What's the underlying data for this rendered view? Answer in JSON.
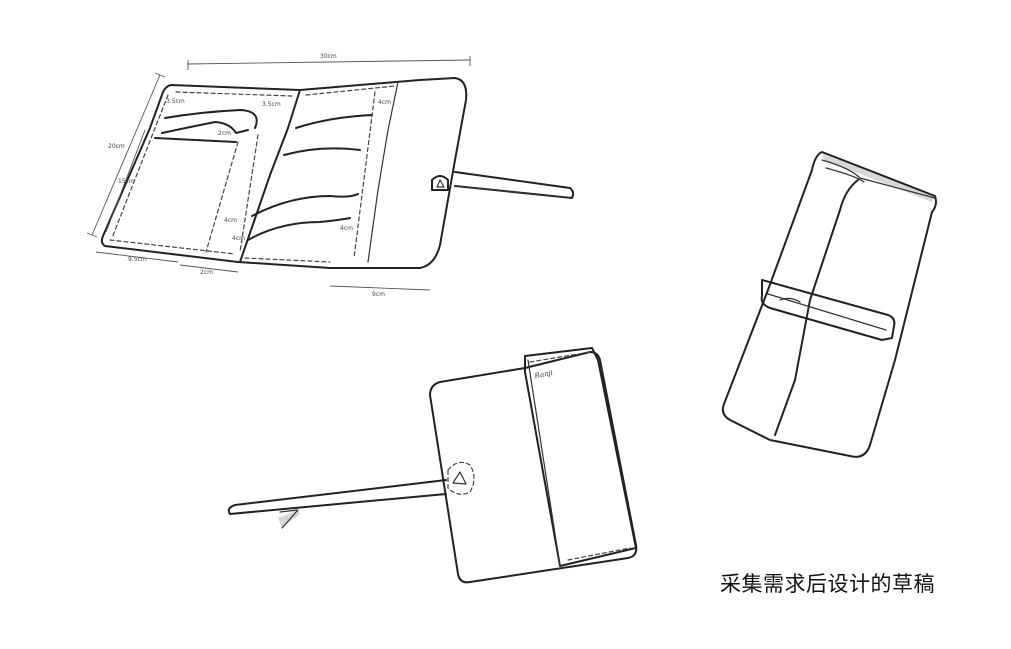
{
  "caption": "采集需求后设计的草稿",
  "sketches": [
    {
      "name": "open-wallet-layout"
    },
    {
      "name": "closed-wallet-with-strap"
    },
    {
      "name": "rolled-wallet"
    }
  ],
  "dimension_labels": {
    "top_width": "30cm",
    "left_height": "20cm",
    "left_mid": "15cm",
    "left_top": "3.5cm",
    "pocket_top": "3.5cm",
    "pocket_a": "2cm",
    "pocket_b": "4cm",
    "pocket_c": "4cm",
    "pocket_d": "4cm",
    "pocket_e": "4cm",
    "bottom_a": "9.5cm",
    "bottom_b": "2cm",
    "bottom_c": "9cm"
  },
  "stamp_text": "Ranji"
}
